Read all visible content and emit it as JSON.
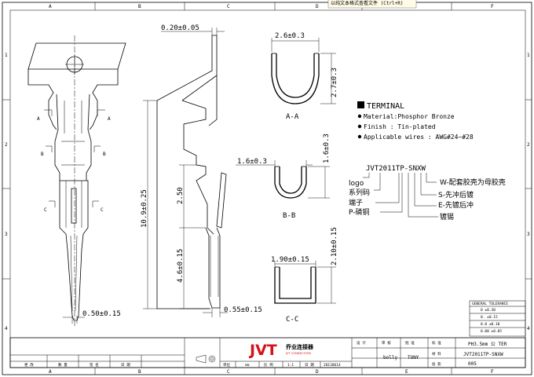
{
  "notice": "以纯文本格式查看文件 (Ctrl+R)",
  "frame": {
    "columns": [
      "A",
      "B",
      "C",
      "D",
      "E",
      "F"
    ],
    "rows": [
      "1",
      "2",
      "3",
      "4"
    ]
  },
  "dimensions": {
    "top_thickness": "0.20±0.05",
    "total_length": "10.9±0.25",
    "barrel_length": "2.50",
    "tail_length": "4.6±0.15",
    "tip_width": "0.50±0.15",
    "tail_thickness": "0.55±0.15",
    "aa_width": "2.6±0.3",
    "aa_height": "2.7±0.3",
    "bb_width": "1.6±0.3",
    "bb_height": "1.6±0.3",
    "cc_width": "1.90±0.15",
    "cc_height": "2.10±0.15"
  },
  "sections": {
    "a": "A",
    "b": "B",
    "c": "C",
    "aa": "A-A",
    "bb": "B-B",
    "cc": "C-C"
  },
  "notes": {
    "heading": "TERMINAL",
    "material": "Material:Phosphor Bronze",
    "finish": "Finish : Tin-plated",
    "wires": "Applicable wires : AWG#24~#28"
  },
  "part_code": {
    "code": "JVT2011TP-SNXW",
    "logo": "logo",
    "series": "系列码",
    "terminal": "端子",
    "material": "P-磷铜",
    "plating": "镀锡",
    "w_opt": "W-配套胶壳为母胶壳",
    "s_opt": "S-先冲后镀",
    "e_opt": "E-先镀后冲"
  },
  "tolerance": {
    "title": "GENERAL TOLERANCE",
    "rows": [
      "0      ±0.30",
      "0.     ±0.15",
      "0.0    ±0.10",
      "0.00   ±0.05"
    ]
  },
  "title_block": {
    "brand": "JVT",
    "brand_cn": "乔业连接器",
    "brand_en": "JVT CONNECTORS",
    "designed": "设 计",
    "checked": "审 核",
    "approved": "批 准",
    "designer": "bolly",
    "approver": "TONY",
    "product_name": "PH3.5mm 公 TER",
    "drawing_no": "JVT2011TP-SNXW",
    "sheet": "005",
    "scale_label": "比 例",
    "scale": "1:1",
    "unit_label": "单位",
    "unit": "mm",
    "date_label": "日 期",
    "date": "20130614",
    "standard_label": "标 准",
    "material_label": "材 料",
    "projection": "投 影",
    "change_label": "更 改",
    "count_label": "数 量",
    "sign_label": "签 名",
    "date2_label": "日 期"
  }
}
